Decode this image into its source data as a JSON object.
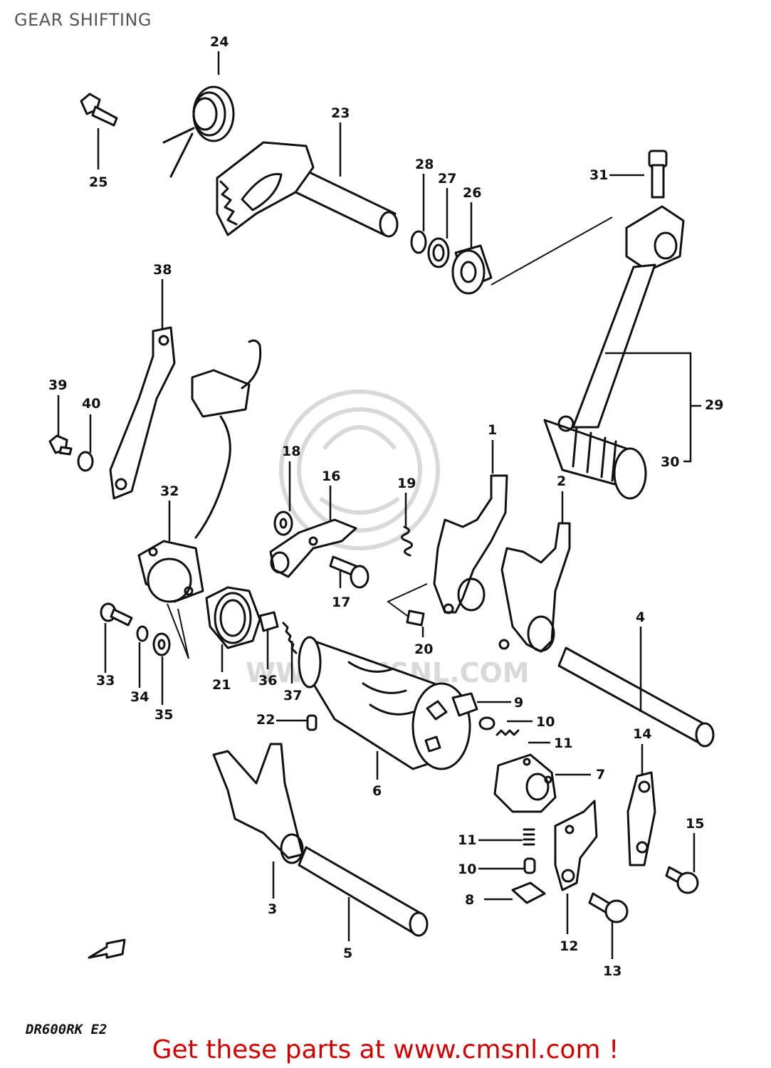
{
  "title": "GEAR SHIFTING",
  "model_code": "DR600RK E2",
  "footer": {
    "text": "Get these parts at www.cmsnl.com !",
    "color": "#d40000"
  },
  "watermark": {
    "text": "WWW.CMSNL.COM",
    "logo": "CMS"
  },
  "colors": {
    "line": "#111111",
    "title": "#555555",
    "watermark": "#d9d9d9"
  },
  "icons": [
    "front-arrow-icon"
  ],
  "part_labels": [
    "1",
    "2",
    "3",
    "4",
    "5",
    "6",
    "7",
    "8",
    "9",
    "10",
    "10",
    "11",
    "11",
    "12",
    "13",
    "14",
    "15",
    "16",
    "17",
    "18",
    "19",
    "20",
    "21",
    "22",
    "23",
    "24",
    "25",
    "26",
    "27",
    "28",
    "29",
    "30",
    "31",
    "32",
    "33",
    "34",
    "35",
    "36",
    "37",
    "38",
    "39",
    "40"
  ]
}
